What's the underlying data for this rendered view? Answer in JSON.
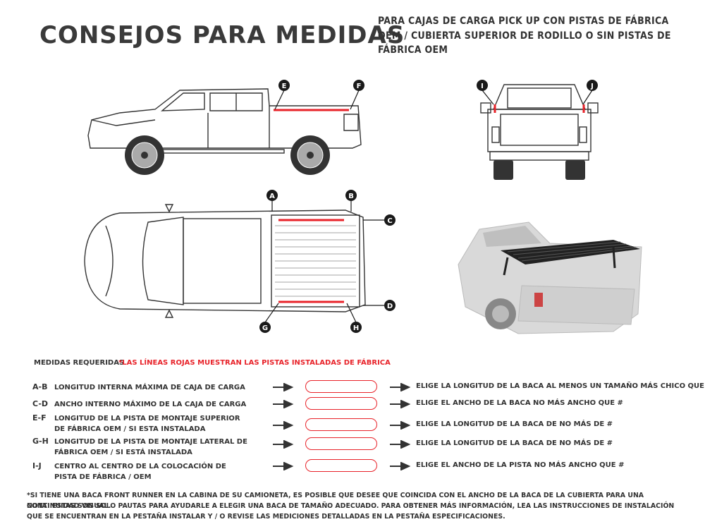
{
  "header": {
    "title": "CONSEJOS PARA MEDIDAS",
    "subtitle": "PARA CAJAS DE CARGA PICK UP CON PISTAS DE FÁBRICA OEM / CUBIERTA SUPERIOR DE RODILLO O SIN PISTAS DE FÁBRICA OEM"
  },
  "callouts": {
    "e": "E",
    "f": "F",
    "i": "I",
    "j": "J",
    "a": "A",
    "b": "B",
    "c": "C",
    "d": "D",
    "g": "G",
    "h": "H"
  },
  "colors": {
    "accent_red": "#e8232a",
    "text": "#333333",
    "callout_bg": "#1a1a1a"
  },
  "requirements": {
    "heading": "MEDIDAS REQUERIDAS",
    "note": "*LAS LÍNEAS ROJAS MUESTRAN LAS PISTAS INSTALADAS DE FÁBRICA",
    "rows": [
      {
        "code": "A-B",
        "label": "LONGITUD INTERNA MÁXIMA DE CAJA DE CARGA",
        "instruction": "ELIGE LA LONGITUD DE LA BACA AL MENOS UN TAMAÑO MÁS CHICO QUE #"
      },
      {
        "code": "C-D",
        "label": "ANCHO INTERNO MÁXIMO DE LA CAJA DE CARGA",
        "instruction": "ELIGE EL ANCHO DE LA BACA NO MÁS ANCHO QUE #"
      },
      {
        "code": "E-F",
        "label": "LONGITUD DE LA PISTA DE MONTAJE SUPERIOR DE FÁBRICA OEM / SI ESTA INSTALADA",
        "instruction": "ELIGE LA LONGITUD DE LA BACA DE NO MÁS DE #"
      },
      {
        "code": "G-H",
        "label": "LONGITUD DE LA PISTA DE MONTAJE LATERAL DE FÁBRICA OEM / SI ESTÁ INSTALADA",
        "instruction": "ELIGE LA LONGITUD DE LA BACA DE NO MÁS DE #"
      },
      {
        "code": "I-J",
        "label": "CENTRO AL CENTRO DE LA COLOCACIÓN DE PISTA DE FÁBRICA / OEM",
        "instruction": "ELIGE EL ANCHO DE LA PISTA NO MÁS ANCHO QUE #"
      }
    ]
  },
  "footer": {
    "line1": "*SI TIENE UNA BACA FRONT RUNNER EN LA CABINA DE SU CAMIONETA, ES POSIBLE QUE DESEE QUE COINCIDA CON EL ANCHO DE LA BACA DE LA CUBIERTA PARA UNA CONTINUIDAD VISUAL.",
    "line2": "NOTA: ESTAS SON SOLO PAUTAS PARA AYUDARLE A ELEGIR UNA BACA DE TAMAÑO ADECUADO. PARA OBTENER MÁS INFORMACIÓN, LEA LAS INSTRUCCIONES DE INSTALACIÓN QUE SE ENCUENTRAN EN LA PESTAÑA INSTALAR Y / O REVISE LAS MEDICIONES DETALLADAS EN LA PESTAÑA ESPECIFICACIONES."
  }
}
